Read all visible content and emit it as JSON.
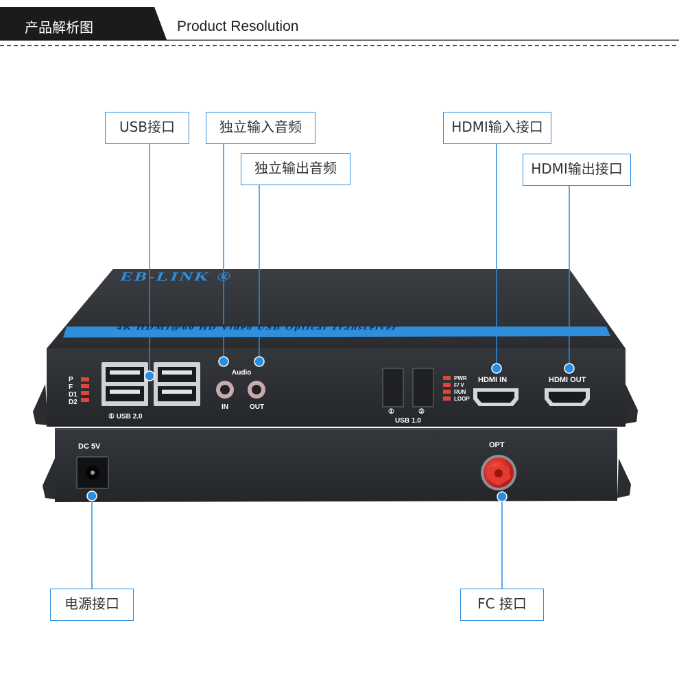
{
  "header": {
    "tab_label": "产品解析图",
    "title": "Product Resolution"
  },
  "callouts": {
    "usb": "USB接口",
    "audio_in": "独立输入音频",
    "audio_out": "独立输出音频",
    "hdmi_in": "HDMI输入接口",
    "hdmi_out": "HDMI输出接口",
    "power": "电源接口",
    "fc": "FC 接口"
  },
  "device": {
    "brand": "EB-LINK ®",
    "model_strip": "4K HDMI@60 HD Video USB Optical Transceiver",
    "leds_left": [
      "P",
      "F",
      "D1",
      "D2"
    ],
    "usb2_label": "① USB 2.0",
    "audio_label": "Audio",
    "audio_in_label": "IN",
    "audio_out_label": "OUT",
    "usb1_num1": "①",
    "usb1_num2": "②",
    "usb1_label": "USB 1.0",
    "leds_right": [
      "PWR",
      "F/ V",
      "RUN",
      "LOOP"
    ],
    "hdmi_in_label": "HDMI IN",
    "hdmi_out_label": "HDMI OUT",
    "dc_label": "DC 5V",
    "opt_label": "OPT"
  },
  "colors": {
    "accent": "#2a8de0",
    "strip": "#2f8fdc",
    "body_dark": "#2c2f33",
    "connector_red": "#d8282a",
    "led": "#e0453a"
  }
}
